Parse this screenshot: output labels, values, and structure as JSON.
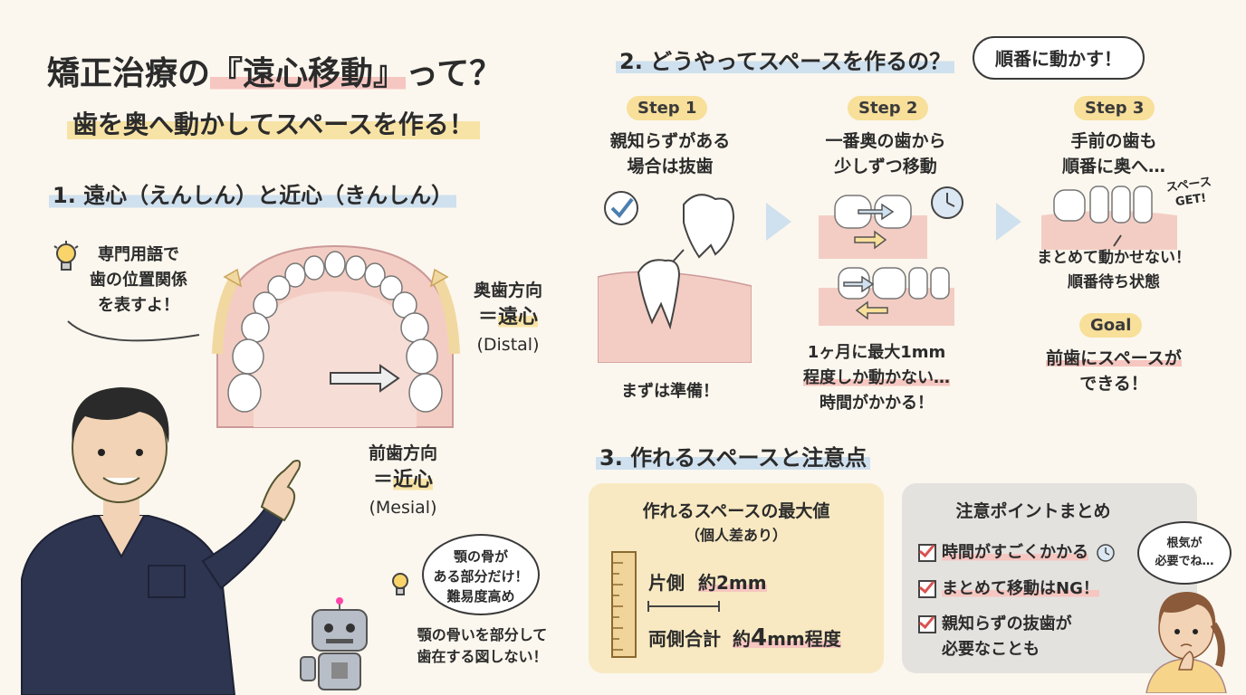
{
  "title": {
    "main_pre": "矯正治療の",
    "main_hl": "『遠心移動』",
    "main_post": "って？",
    "sub": "歯を奥へ動かしてスペースを作る！"
  },
  "section1": {
    "heading": "1. 遠心（えんしん）と近心（きんしん）",
    "tip_bubble": [
      "専門用語で",
      "歯の位置関係",
      "を表すよ！"
    ],
    "distal_line1": "奥歯方向",
    "distal_line2_prefix": "＝",
    "distal_line2_hl": "遠心",
    "distal_line3": "(Distal)",
    "mesial_line1": "前歯方向",
    "mesial_line2_prefix": "＝",
    "mesial_line2_hl": "近心",
    "mesial_line3": "(Mesial)",
    "robot_bubble": [
      "顎の骨が",
      "ある部分だけ！",
      "難易度高め"
    ],
    "robot_caption": [
      "顎の骨いを部分して",
      "歯在する図しない！"
    ]
  },
  "section2": {
    "heading": "2. どうやってスペースを作るの？",
    "bubble": "順番に動かす！",
    "step1": {
      "tag": "Step 1",
      "text": [
        "親知らずがある",
        "場合は抜歯"
      ],
      "caption": "まずは準備！"
    },
    "step2": {
      "tag": "Step 2",
      "text": [
        "一番奥の歯から",
        "少しずつ移動"
      ],
      "caption": [
        "1ヶ月に最大1mm",
        "程度しか動かない…",
        "時間がかかる！"
      ]
    },
    "step3": {
      "tag": "Step 3",
      "text": [
        "手前の歯も",
        "順番に奥へ…"
      ],
      "space_label": [
        "スペース",
        "GET!"
      ],
      "caption": [
        "まとめて動かせない！",
        "順番待ち状態"
      ]
    },
    "goal": {
      "tag": "Goal",
      "text": [
        "前歯にスペースが",
        "できる！"
      ]
    }
  },
  "section3": {
    "heading": "3. 作れるスペースと注意点",
    "max_card": {
      "title": "作れるスペースの最大値",
      "subtitle": "（個人差あり）",
      "one_side_label": "片側",
      "one_side_value": "約2mm",
      "both_label": "両側合計",
      "both_value_prefix": "約",
      "both_value_num": "4",
      "both_value_suffix": "mm程度"
    },
    "notes_card": {
      "title": "注意ポイントまとめ",
      "items": [
        "時間がすごくかかる",
        "まとめて移動はNG！",
        "親知らずの抜歯が"
      ],
      "item3_line2": "必要なことも",
      "girl_bubble": [
        "根気が",
        "必要でね…"
      ]
    }
  },
  "colors": {
    "pink_hl": "#f6c6c0",
    "yellow_hl": "#f8e3a6",
    "blue_hl": "#cfe0ee",
    "gum": "#f3cdc3",
    "scrubs": "#2e3550"
  }
}
